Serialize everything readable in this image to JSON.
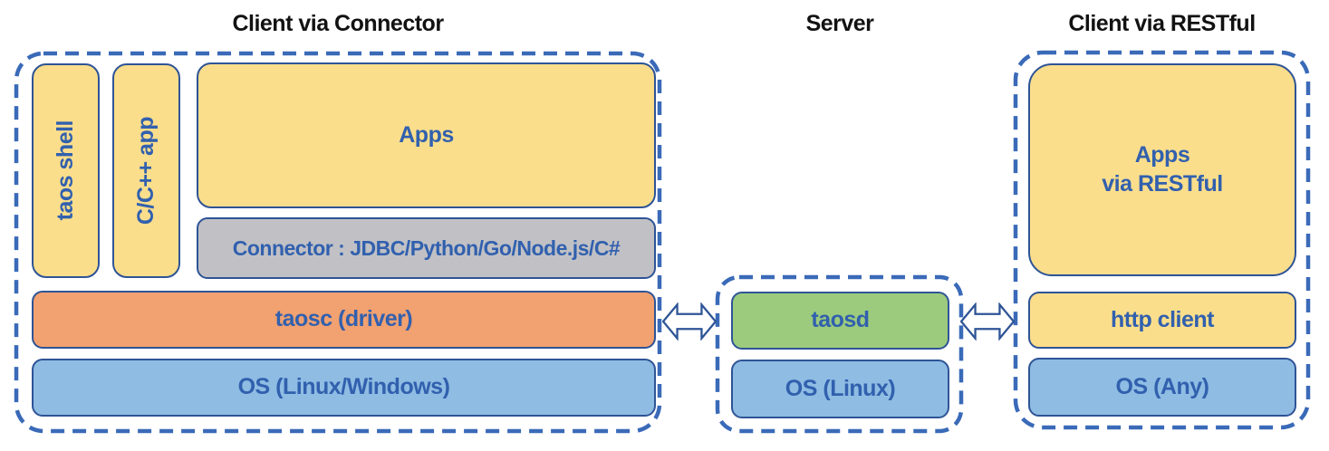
{
  "colors": {
    "box_border": "#2E5496",
    "dashed_border": "#3A6AB8",
    "label_blue": "#3160AE",
    "title_black": "#121212",
    "yellow_fill": "#FBDE8C",
    "orange_fill": "#F2A170",
    "blue_fill": "#8FBCE3",
    "green_fill": "#9CCB7D",
    "gray_fill": "#C1C1C5",
    "background": "#FFFFFF"
  },
  "icons": {
    "left_link": "bidirectional-arrow",
    "right_link": "bidirectional-arrow"
  },
  "sections": [
    {
      "title": "Client via Connector",
      "boxes": {
        "taos_shell": "taos shell",
        "cpp_app": "C/C++ app",
        "apps": "Apps",
        "connector": "Connector : JDBC/Python/Go/Node.js/C#",
        "taosc": "taosc (driver)",
        "os": "OS (Linux/Windows)"
      }
    },
    {
      "title": "Server",
      "boxes": {
        "taosd": "taosd",
        "os": "OS (Linux)"
      }
    },
    {
      "title": "Client via RESTful",
      "boxes": {
        "apps_lines": [
          "Apps",
          "via RESTful"
        ],
        "http_client": "http client",
        "os": "OS (Any)"
      }
    }
  ]
}
